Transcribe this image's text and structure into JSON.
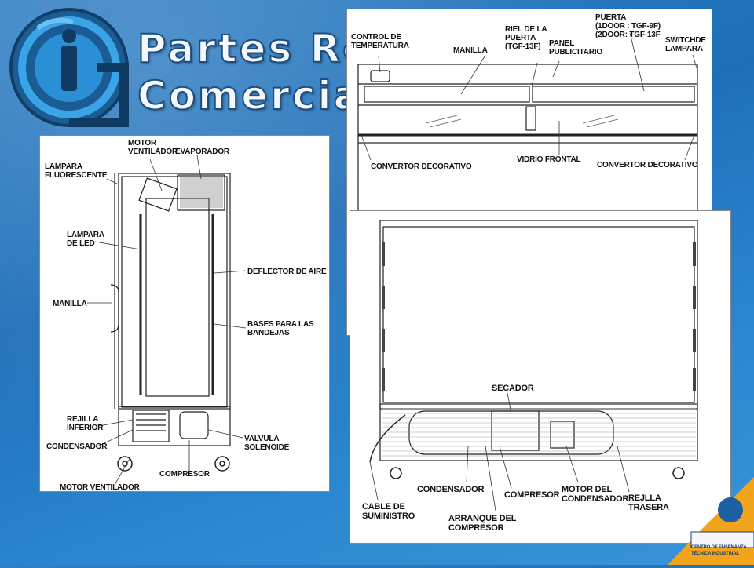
{
  "slide": {
    "title_line1": "Partes Re",
    "title_line2": "Comercia",
    "accent_color": "#1f6fb8",
    "badge_text_line1": "CENTRO DE ENSEÑANZA",
    "badge_text_line2": "TÉCNICA INDUSTRIAL"
  },
  "side_view": {
    "labels": {
      "motor_ventilador_top": "MOTOR\nVENTILADOR",
      "evaporador": "EVAPORADOR",
      "lampara_fluorescente": "LAMPARA\nFLUORESCENTE",
      "lampara_led": "LAMPARA\nDE LED",
      "deflector_aire": "DEFLECTOR DE AIRE",
      "manilla": "MANILLA",
      "bases_bandejas": "BASES PARA LAS\nBANDEJAS",
      "rejilla_inferior": "REJILLA\nINFERIOR",
      "condensador": "CONDENSADOR",
      "valvula_solenoide": "VALVULA\nSOLENOIDE",
      "compresor": "COMPRESOR",
      "motor_ventilador_bottom": "MOTOR VENTILADOR"
    }
  },
  "front_view": {
    "labels": {
      "control_temperatura": "CONTROL DE\nTEMPERATURA",
      "manilla": "MANILLA",
      "riel_puerta": "RIEL DE LA\nPUERTA\n(TGF-13F)",
      "panel_publicitario": "PANEL\nPUBLICITARIO",
      "puerta": "PUERTA\n(1DOOR : TGF-9F)\n(2DOOR: TGF-13F",
      "switch_lampara": "SWITCHDE\nLAMPARA",
      "convertor_izq": "CONVERTOR DECORATIVO",
      "vidrio_frontal": "VIDRIO FRONTAL",
      "convertor_der": "CONVERTOR DECORATIVO"
    }
  },
  "rear_view": {
    "labels": {
      "secador": "SECADOR",
      "condensador": "CONDENSADOR",
      "compresor": "COMPRESOR",
      "motor_condensador": "MOTOR DEL\nCONDENSADOR",
      "rejilla_trasera": "REJLLA\nTRASERA",
      "cable_suministro": "CABLE DE\nSUMINISTRO",
      "arranque_compresor": "ARRANQUE DEL\nCOMPRESOR"
    }
  }
}
